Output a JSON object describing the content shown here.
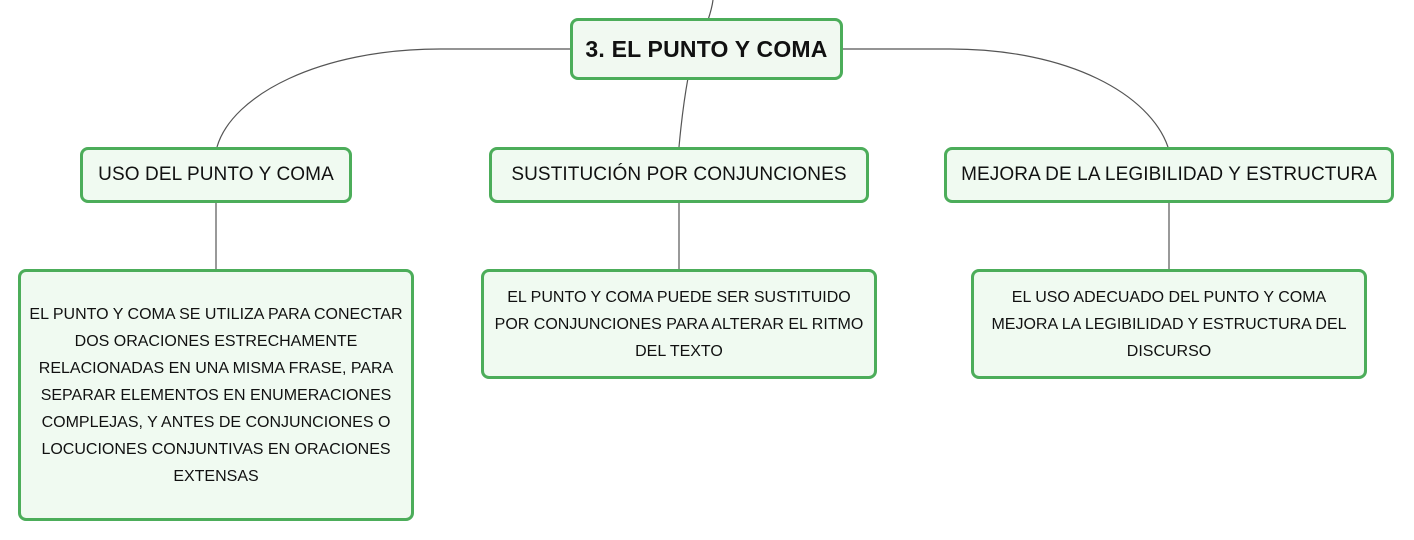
{
  "root": {
    "label": "3. EL PUNTO Y COMA"
  },
  "topics": [
    {
      "label": "USO DEL PUNTO Y COMA",
      "detail": "EL PUNTO Y COMA SE UTILIZA PARA CONECTAR DOS ORACIONES ESTRECHAMENTE RELACIONADAS EN UNA MISMA FRASE, PARA SEPARAR ELEMENTOS EN ENUMERACIONES COMPLEJAS, Y ANTES DE CONJUNCIONES O LOCUCIONES CONJUNTIVAS EN ORACIONES EXTENSAS"
    },
    {
      "label": "SUSTITUCIÓN POR CONJUNCIONES",
      "detail": "EL PUNTO Y COMA PUEDE SER SUSTITUIDO POR CONJUNCIONES PARA ALTERAR EL RITMO DEL TEXTO"
    },
    {
      "label": "MEJORA DE LA LEGIBILIDAD Y ESTRUCTURA",
      "detail": "EL USO ADECUADO DEL PUNTO Y COMA MEJORA LA LEGIBILIDAD Y ESTRUCTURA DEL DISCURSO"
    }
  ],
  "colors": {
    "node_border": "#4cad5a",
    "node_fill": "#f0faf1",
    "connector": "#555555"
  }
}
